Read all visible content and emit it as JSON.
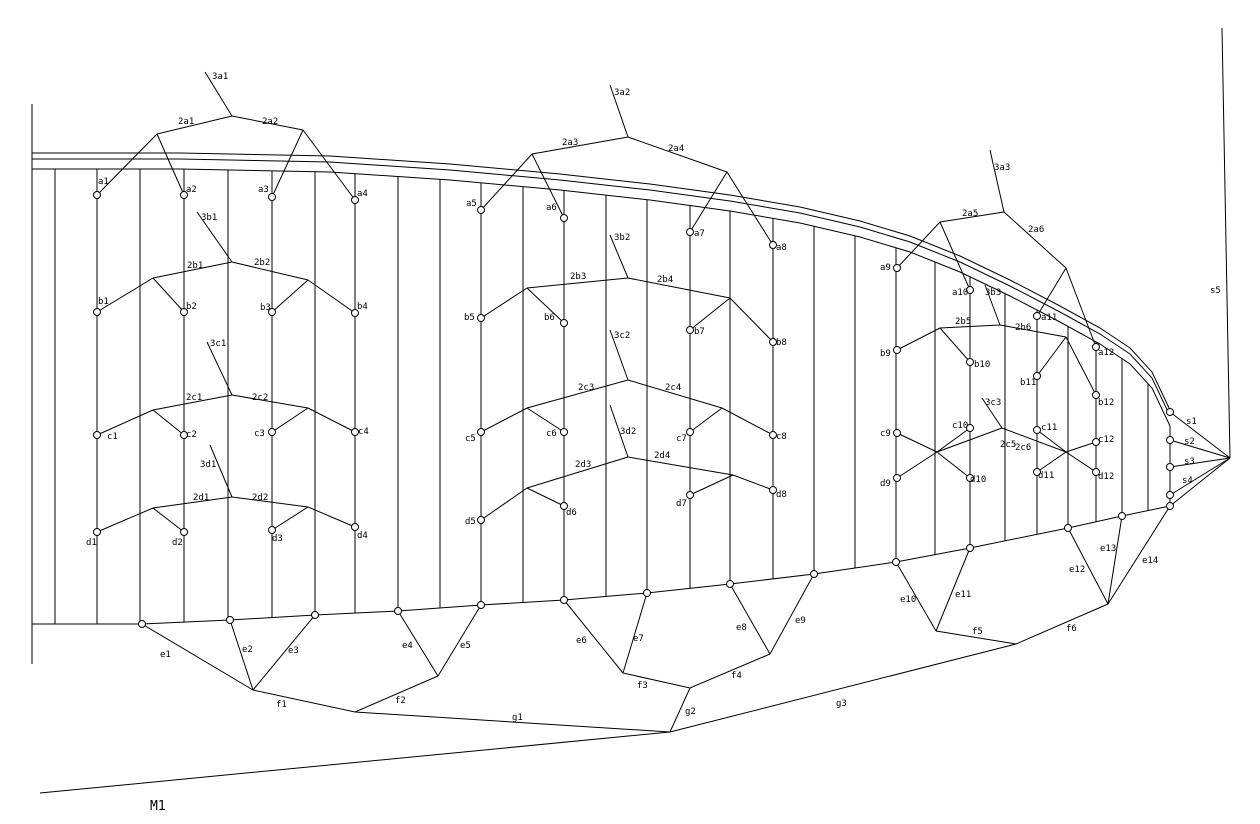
{
  "caption": "M1",
  "labels": {
    "top_a": [
      "3a1",
      "3a2",
      "3a3",
      "2a1",
      "2a2",
      "2a3",
      "2a4",
      "2a5",
      "2a6"
    ],
    "a_nodes": [
      "a1",
      "a2",
      "a3",
      "a4",
      "a5",
      "a6",
      "a7",
      "a8",
      "a9",
      "a10",
      "a11",
      "a12"
    ],
    "top_b": [
      "3b1",
      "3b2",
      "3b3",
      "2b1",
      "2b2",
      "2b3",
      "2b4",
      "2b5",
      "2b6"
    ],
    "b_nodes": [
      "b1",
      "b2",
      "b3",
      "b4",
      "b5",
      "b6",
      "b7",
      "b8",
      "b9",
      "b10",
      "b11",
      "b12"
    ],
    "top_c": [
      "3c1",
      "3c2",
      "3c3",
      "2c1",
      "2c2",
      "2c3",
      "2c4",
      "2c5",
      "2c6"
    ],
    "c_nodes": [
      "c1",
      "c2",
      "c3",
      "c4",
      "c5",
      "c6",
      "c7",
      "c8",
      "c9",
      "c10",
      "c11",
      "c12"
    ],
    "top_d": [
      "3d1",
      "3d2",
      "2d1",
      "2d2",
      "2d3",
      "2d4"
    ],
    "d_nodes": [
      "d1",
      "d2",
      "d3",
      "d4",
      "d5",
      "d6",
      "d7",
      "d8",
      "d9",
      "d10",
      "d11",
      "d12"
    ],
    "e_nodes": [
      "e1",
      "e2",
      "e3",
      "e4",
      "e5",
      "e6",
      "e7",
      "e8",
      "e9",
      "e10",
      "e11",
      "e12",
      "e13",
      "e14"
    ],
    "f_nodes": [
      "f1",
      "f2",
      "f3",
      "f4",
      "f5",
      "f6"
    ],
    "g_nodes": [
      "g1",
      "g2",
      "g3"
    ],
    "s_nodes": [
      "s1",
      "s2",
      "s3",
      "s4",
      "s5"
    ]
  }
}
